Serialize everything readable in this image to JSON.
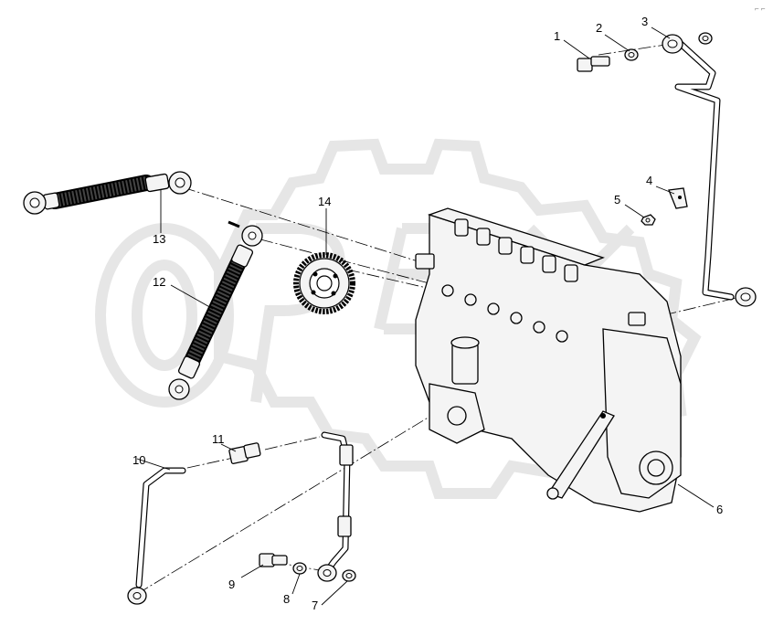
{
  "watermark": {
    "text": "OPEX"
  },
  "corner_mark": "⌐ ⌐",
  "callouts": [
    {
      "id": "1",
      "label": "1"
    },
    {
      "id": "2",
      "label": "2"
    },
    {
      "id": "3",
      "label": "3"
    },
    {
      "id": "4",
      "label": "4"
    },
    {
      "id": "5",
      "label": "5"
    },
    {
      "id": "6",
      "label": "6"
    },
    {
      "id": "7",
      "label": "7"
    },
    {
      "id": "8",
      "label": "8"
    },
    {
      "id": "9",
      "label": "9"
    },
    {
      "id": "10",
      "label": "10"
    },
    {
      "id": "11",
      "label": "11"
    },
    {
      "id": "12",
      "label": "12"
    },
    {
      "id": "13",
      "label": "13"
    },
    {
      "id": "14",
      "label": "14"
    }
  ]
}
